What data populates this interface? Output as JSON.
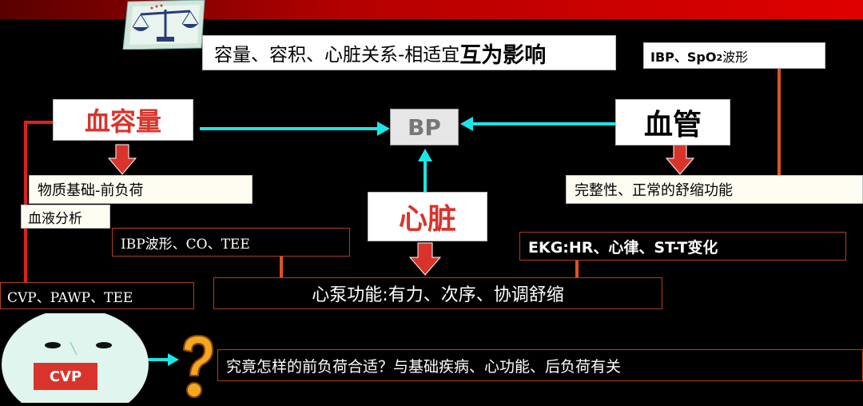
{
  "title": {
    "prefix": "容量、容积、心脏关系-相适宜",
    "emphasis": "互为影响"
  },
  "nodes": {
    "blood_volume": "血容量",
    "bp": "BP",
    "vessels": "血管",
    "heart": "心脏"
  },
  "boxes": {
    "material_basis": "物质基础-前负荷",
    "blood_analysis": "血液分析",
    "ibp_co_tee": "IBP波形、CO、TEE",
    "cvp_pawp_tee": "CVP、PAWP、TEE",
    "pump_function": "心泵功能:有力、次序、协调舒缩",
    "ekg": "EKG:HR、心律、ST-T变化",
    "vessel_function": "完整性、正常的舒缩功能",
    "ibp_spo2": "IBP、SpO",
    "ibp_spo2_sub": "2",
    "ibp_spo2_tail": "波形",
    "question": "究竟怎样的前负荷合适？与基础疾病、心功能、后负荷有关"
  },
  "face_label": "CVP",
  "colors": {
    "accent_red": "#d9342b",
    "arrow_cyan": "#19e6e6",
    "line_orange": "#e0521e",
    "dark_border": "#b0401a"
  }
}
